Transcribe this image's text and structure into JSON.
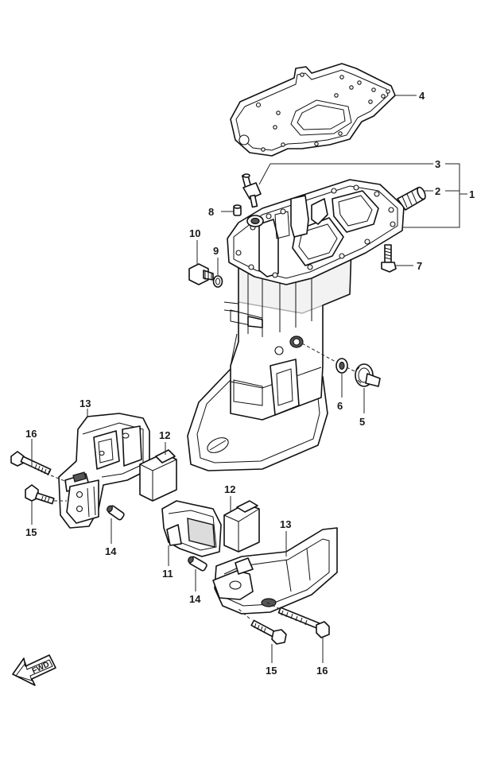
{
  "labels": {
    "p1": "1",
    "p2": "2",
    "p3": "3",
    "p4": "4",
    "p5": "5",
    "p6": "6",
    "p7": "7",
    "p8": "8",
    "p9": "9",
    "p10": "10",
    "p11": "11",
    "p12a": "12",
    "p12b": "12",
    "p13a": "13",
    "p13b": "13",
    "p14a": "14",
    "p14b": "14",
    "p15a": "15",
    "p15b": "15",
    "p16a": "16",
    "p16b": "16"
  },
  "fwd_text": "FWD"
}
